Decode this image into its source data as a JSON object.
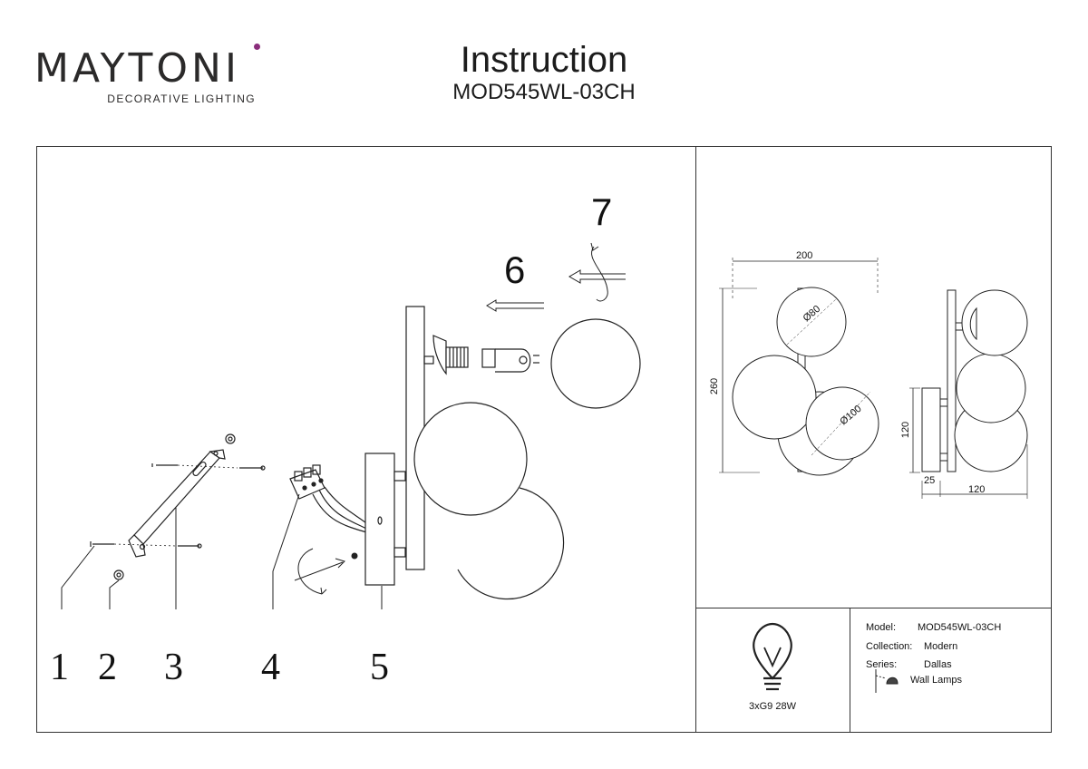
{
  "header": {
    "brand": "MAYTONI",
    "tagline": "DECORATIVE LIGHTING",
    "title": "Instruction",
    "model_code": "MOD545WL-03CH"
  },
  "assembly": {
    "step_labels": [
      "6",
      "7"
    ],
    "part_labels": [
      "1",
      "2",
      "3",
      "4",
      "5"
    ]
  },
  "dimensions": {
    "width": "200",
    "height": "260",
    "small_globe": "Ø80",
    "large_globe": "Ø100",
    "base_height": "120",
    "base_depth": "25",
    "depth": "120"
  },
  "specs": {
    "bulb": "3xG9 28W",
    "model_label": "Model:",
    "model_value": "MOD545WL-03CH",
    "collection_label": "Collection:",
    "collection_value": "Modern",
    "series_label": "Series:",
    "series_value": "Dallas",
    "type_value": "Wall Lamps"
  }
}
